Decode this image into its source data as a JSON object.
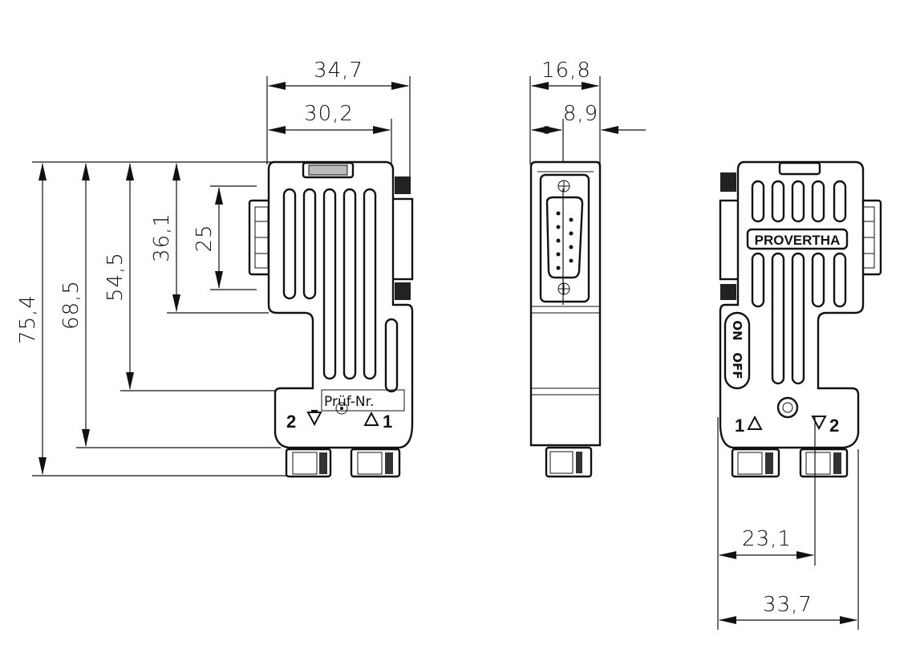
{
  "front_view": {
    "dim_width_overall": "34,7",
    "dim_width_body": "30,2",
    "dim_height_75": "75,4",
    "dim_height_68": "68,5",
    "dim_height_54": "54,5",
    "dim_height_36": "36,1",
    "dim_height_25": "25",
    "label_pruef": "Prüf-Nr.",
    "port_left": "2",
    "port_right": "1"
  },
  "side_view": {
    "dim_depth": "16,8",
    "dim_offset": "8,9"
  },
  "rear_view": {
    "brand": "PROVERTHA",
    "switch_on": "ON",
    "switch_off": "OFF",
    "port_left": "1",
    "port_right": "2",
    "dim_23": "23,1",
    "dim_33": "33,7"
  }
}
